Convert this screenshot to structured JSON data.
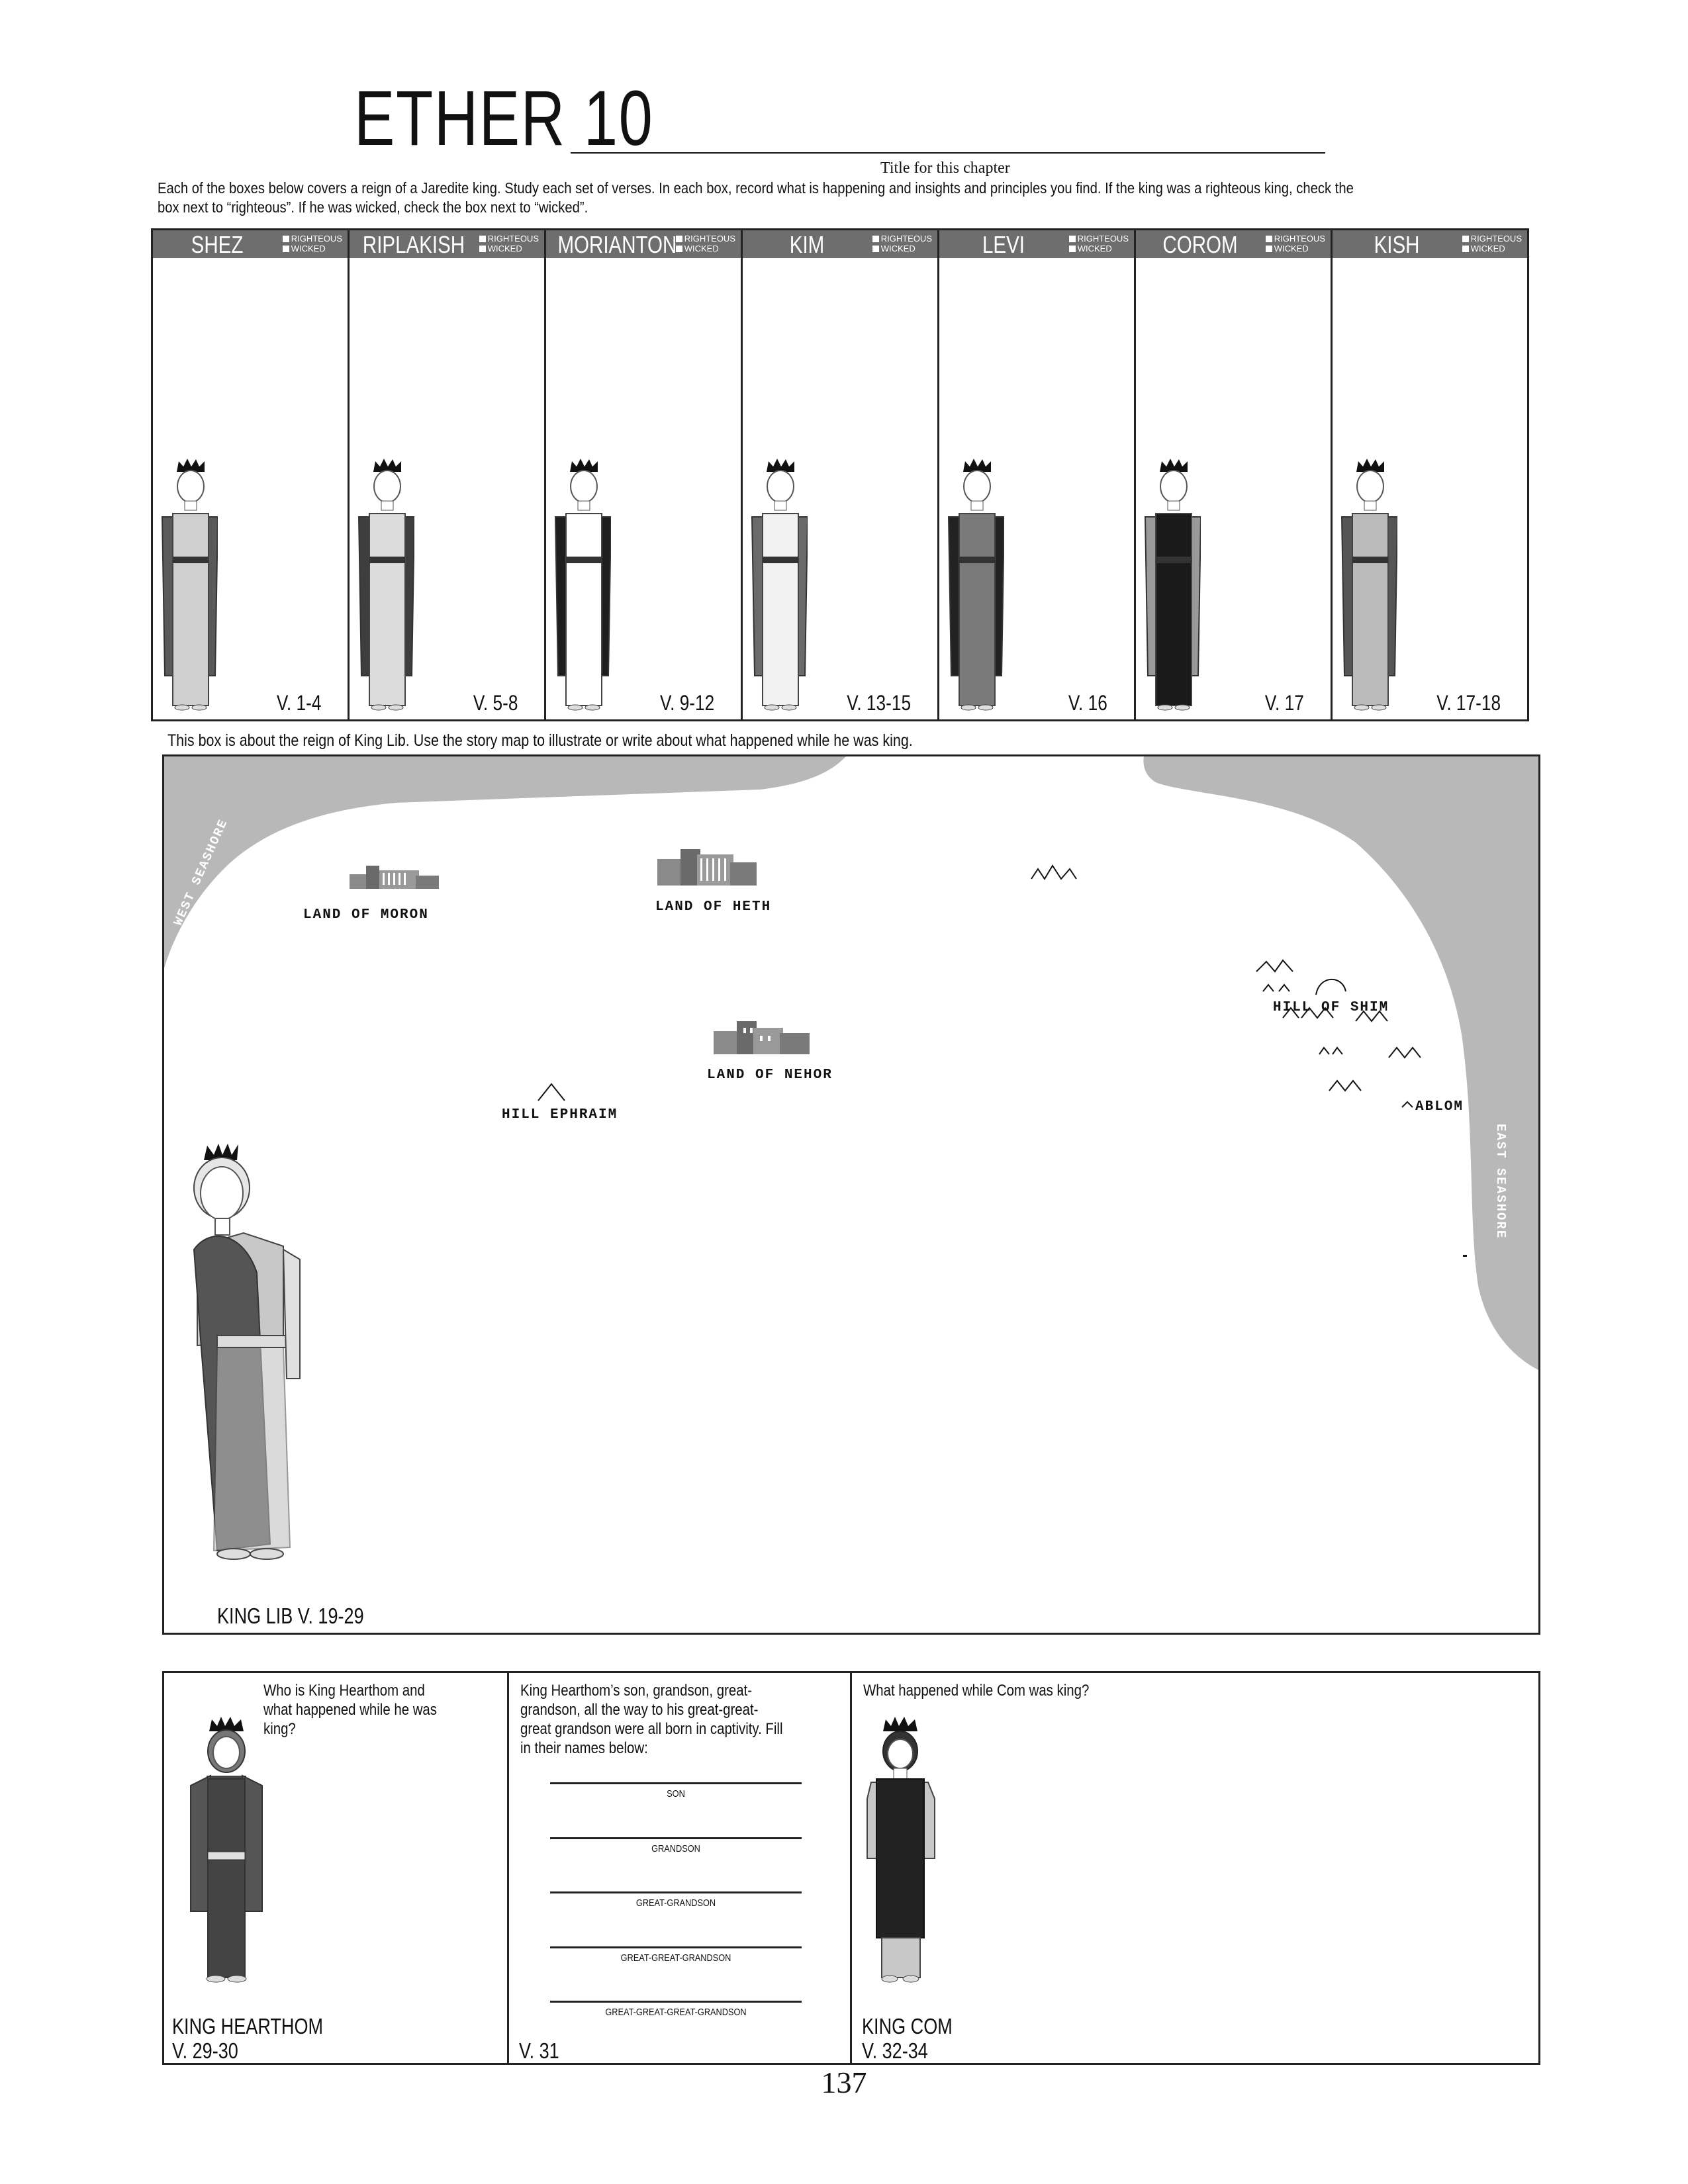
{
  "header": {
    "title": "ETHER 10",
    "title_caption": "Title for this chapter",
    "instructions": "Each of the boxes below covers a reign of a Jaredite king.  Study each set of verses.  In each box, record what is happening and insights and principles you find.  If the king was a righteous king, check the box next to “righteous”.  If he was wicked, check the box next to “wicked”."
  },
  "kings": [
    {
      "name": "SHEZ",
      "verse": "V. 1-4"
    },
    {
      "name": "RIPLAKISH",
      "verse": "V. 5-8"
    },
    {
      "name": "MORIANTON",
      "verse": "V. 9-12"
    },
    {
      "name": "KIM",
      "verse": "V. 13-15"
    },
    {
      "name": "LEVI",
      "verse": "V. 16"
    },
    {
      "name": "COROM",
      "verse": "V. 17"
    },
    {
      "name": "KISH",
      "verse": "V. 17-18"
    }
  ],
  "checkbox_labels": {
    "righteous": "RIGHTEOUS",
    "wicked": "WICKED"
  },
  "map": {
    "caption": "This box is about the reign of King Lib.  Use the story map to illustrate or write about what happened while he was king.",
    "places": {
      "west_seashore": "WEST SEASHORE",
      "east_seashore": "EAST SEASHORE",
      "moron": "LAND OF MORON",
      "heth": "LAND OF HETH",
      "nehor": "LAND OF NEHOR",
      "ephraim": "HILL EPHRAIM",
      "shim": "HILL OF SHIM",
      "ablom": "ABLOM"
    },
    "king_label": "KING LIB   V. 19-29"
  },
  "bottom": {
    "hearthom": {
      "question": "Who is King Hearthom and what happened while he was king?",
      "name": "KING HEARTHOM",
      "verse": "V. 29-30"
    },
    "descendants": {
      "question": "King Hearthom’s son, grandson, great-grandson, all the way to his great-great-great grandson were all born in captivity.  Fill in their names below:",
      "lines": [
        "SON",
        "GRANDSON",
        "GREAT-GRANDSON",
        "GREAT-GREAT-GRANDSON",
        "GREAT-GREAT-GREAT-GRANDSON"
      ],
      "verse": "V. 31"
    },
    "com": {
      "question": "What happened while Com was king?",
      "name": "KING COM",
      "verse": "V. 32-34"
    }
  },
  "page_number": "137"
}
